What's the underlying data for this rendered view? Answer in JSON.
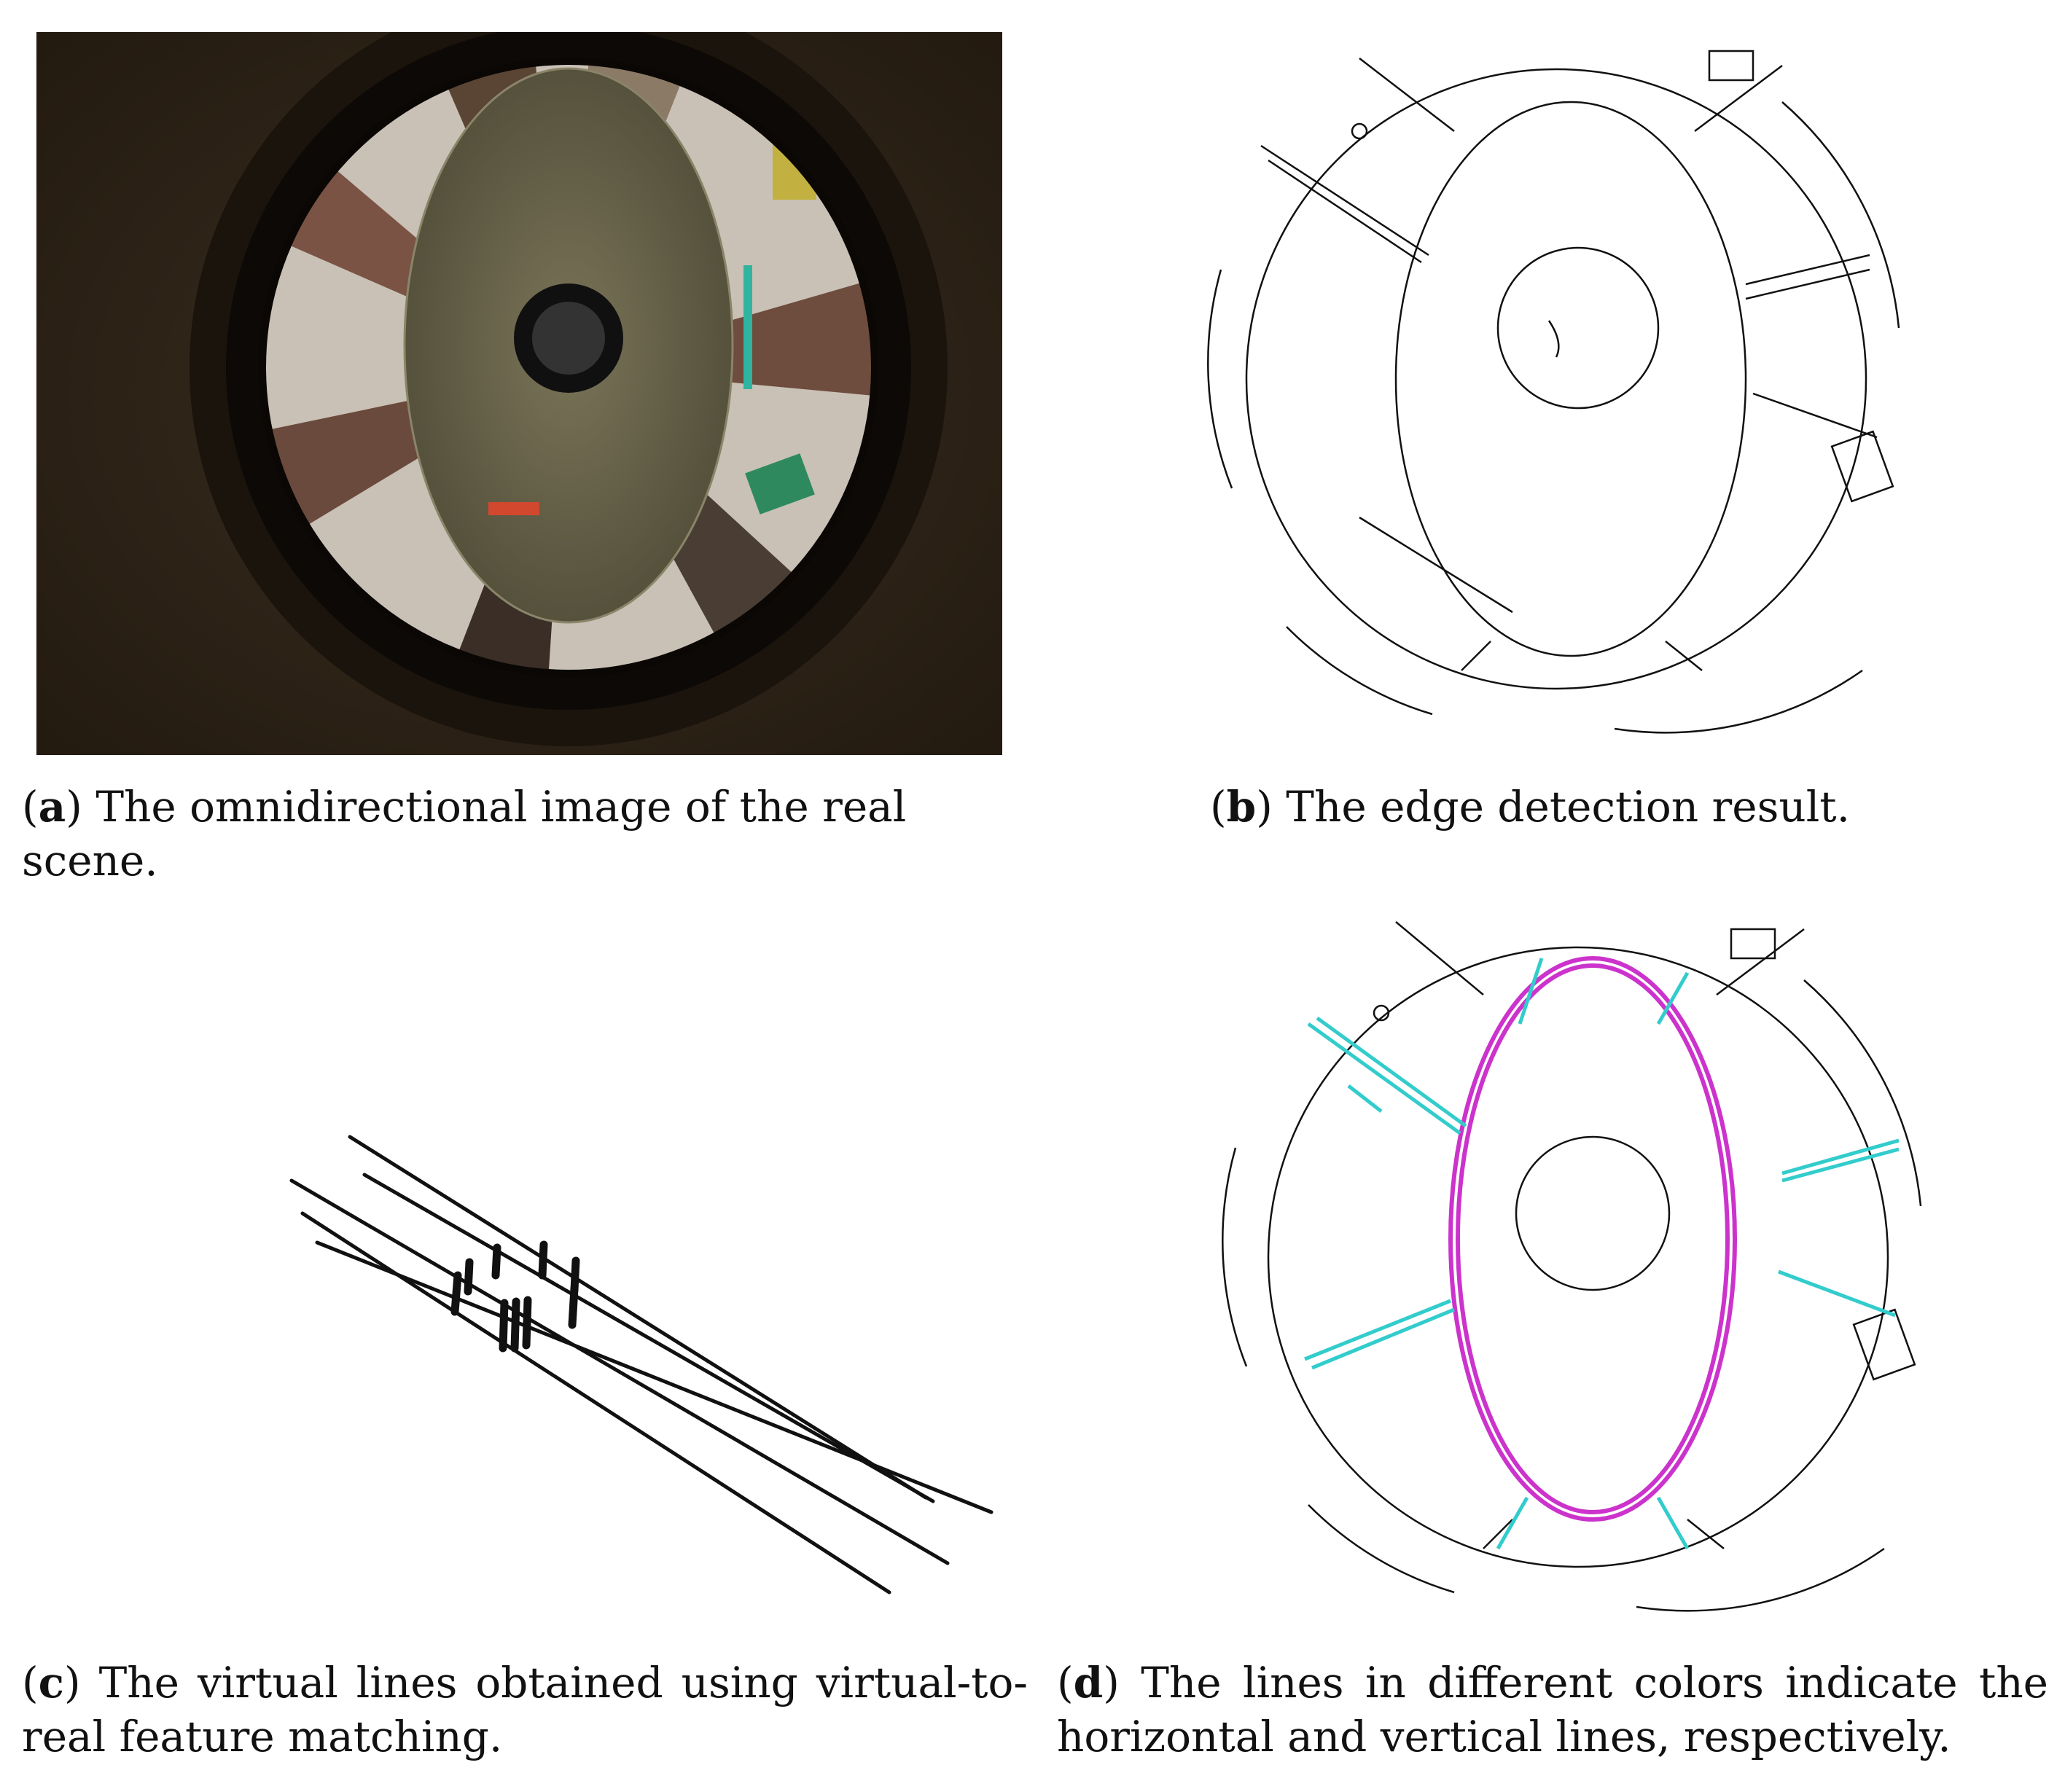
{
  "figure": {
    "panels": [
      {
        "id": "a",
        "label": "a",
        "caption": "The omnidirectional image of the real scene."
      },
      {
        "id": "b",
        "label": "b",
        "caption": "The edge detection result."
      },
      {
        "id": "c",
        "label": "c",
        "caption": "The virtual lines obtained using virtual-to-real feature matching."
      },
      {
        "id": "d",
        "label": "d",
        "caption": "The lines in different colors indicate the horizontal and vertical lines, respectively."
      }
    ],
    "colors": {
      "horizontal_lines": "#cc33cc",
      "vertical_lines": "#33cccc",
      "edges": "#111111",
      "photo_background": "#2a2218"
    }
  }
}
